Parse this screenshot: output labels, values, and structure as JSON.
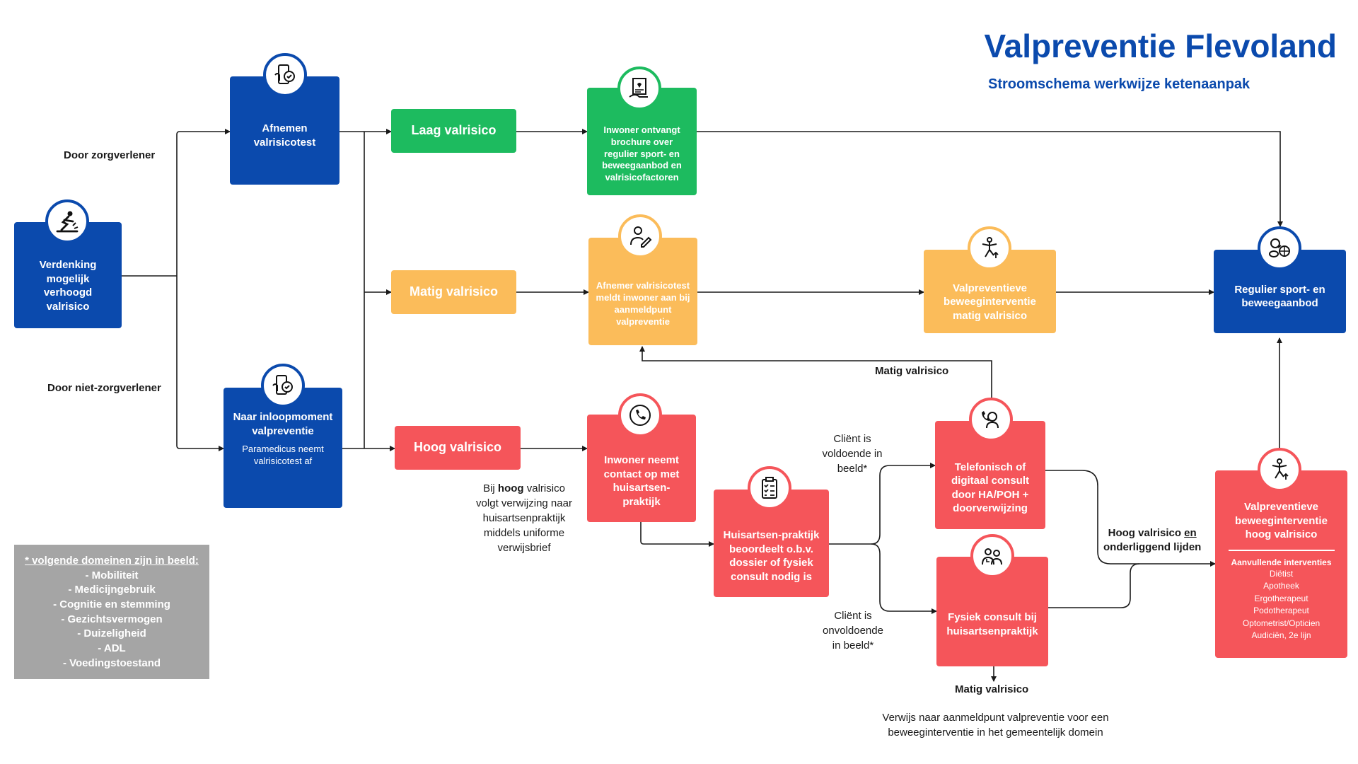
{
  "title": "Valpreventie Flevoland",
  "subtitle": "Stroomschema werkwijze ketenaanpak",
  "boxes": {
    "verdenking": "Verdenking mogelijk verhoogd valrisico",
    "afnemen": "Afnemen valrisicotest",
    "inloop": "Naar inloopmoment valpreventie",
    "inloop_sub": "Paramedicus neemt valrisicotest af",
    "laag": "Laag valrisico",
    "matig": "Matig valrisico",
    "hoog": "Hoog valrisico",
    "brochure": "Inwoner ontvangt brochure over regulier sport- en beweegaanbod en valrisicofactoren",
    "aanmeld": "Afnemer valrisicotest meldt inwoner aan bij aanmeldpunt valpreventie",
    "contact": "Inwoner neemt contact op met huisartsen-praktijk",
    "beoordeelt": "Huisartsen-praktijk beoordeelt o.b.v. dossier of fysiek consult nodig is",
    "telefonisch": "Telefonisch of digitaal consult door HA/POH + doorverwijzing",
    "fysiek": "Fysiek consult bij huisartsenpraktijk",
    "vbi_matig": "Valpreventieve beweeginterventie matig valrisico",
    "regulier": "Regulier sport- en beweegaanbod",
    "vbi_hoog": "Valpreventieve beweeginterventie hoog valrisico",
    "aanvullend_title": "Aanvullende interventies",
    "aanvullend_items": [
      "Diëtist",
      "Apotheek",
      "Ergotherapeut",
      "Podotherapeut",
      "Optometrist/Opticien",
      "Audiciën, 2e lijn"
    ]
  },
  "labels": {
    "door_zorg": "Door zorgverlener",
    "door_niet_zorg": "Door niet-zorgverlener",
    "matig_return": "Matig valrisico",
    "client_voldoende": "Cliënt is voldoende in beeld*",
    "client_onvoldoende": "Cliënt is onvoldoende in beeld*",
    "hoog_en_1": "Hoog valrisico",
    "hoog_en_2": "en",
    "hoog_en_3": "onderliggend lijden",
    "matig_bottom": "Matig valrisico",
    "verwijs": "Verwijs naar aanmeldpunt valpreventie voor een beweeginterventie in het gemeentelijk domein",
    "bij_1": "Bij",
    "bij_2": "hoog",
    "bij_3": "valrisico volgt verwijzing naar huisartsenpraktijk middels uniforme verwijsbrief"
  },
  "legend": {
    "heading": "* volgende domeinen zijn in beeld:",
    "items": [
      "- Mobiliteit",
      "- Medicijngebruik",
      "- Cognitie en stemming",
      "- Gezichtsvermogen",
      "- Duizeligheid",
      "- ADL",
      "- Voedingstoestand"
    ]
  },
  "colors": {
    "blue": "#0b4aad",
    "green": "#1dbb5f",
    "orange": "#fbbc5a",
    "red": "#f5555a",
    "legend_gray": "#a5a5a5"
  },
  "icons": [
    "fall-icon",
    "phone-check-icon",
    "document-heart-icon",
    "person-edit-icon",
    "phone-call-icon",
    "clipboard-icon",
    "exercise-icon",
    "sports-balls-icon",
    "doctor-patient-icon",
    "telehealth-icon"
  ]
}
